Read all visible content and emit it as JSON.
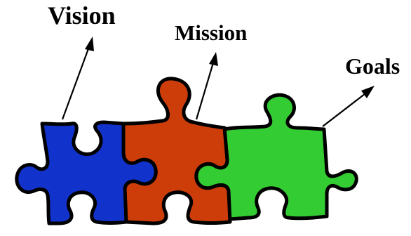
{
  "diagram": {
    "pieces": [
      {
        "id": "vision",
        "label": "Vision",
        "color": "#1133cc"
      },
      {
        "id": "mission",
        "label": "Mission",
        "color": "#cc3d0a"
      },
      {
        "id": "goals",
        "label": "Goals",
        "color": "#33cc33"
      }
    ],
    "labels": {
      "vision": "Vision",
      "mission": "Mission",
      "goals": "Goals"
    },
    "outline_color": "#000000",
    "arrow_color": "#000000"
  }
}
